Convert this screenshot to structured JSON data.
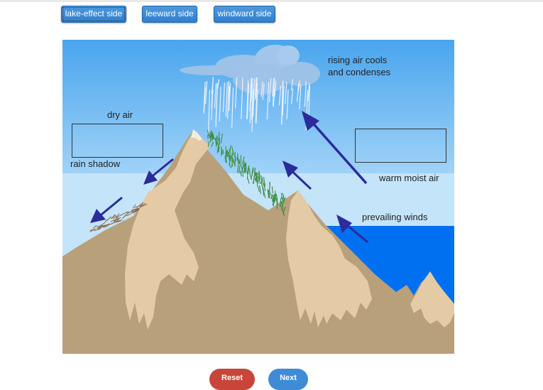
{
  "chips": {
    "lake_effect": "lake-effect side",
    "leeward": "leeward side",
    "windward": "windward side"
  },
  "labels": {
    "rising": "rising air cools\nand condenses",
    "dry_air": "dry air",
    "rain_shadow": "rain shadow",
    "warm_moist": "warm moist air",
    "prevailing": "prevailing winds"
  },
  "buttons": {
    "reset": "Reset",
    "next": "Next"
  },
  "colors": {
    "chip": "#2f7fcf",
    "sky_top": "#4aa6ee",
    "sky_bottom": "#c6e6fb",
    "sea": "#0070f0",
    "mountain": "#b8a07a",
    "rock": "#e6cda8",
    "arrow": "#2b2b9c",
    "reset": "#c9453a",
    "next": "#3f8bd6"
  }
}
